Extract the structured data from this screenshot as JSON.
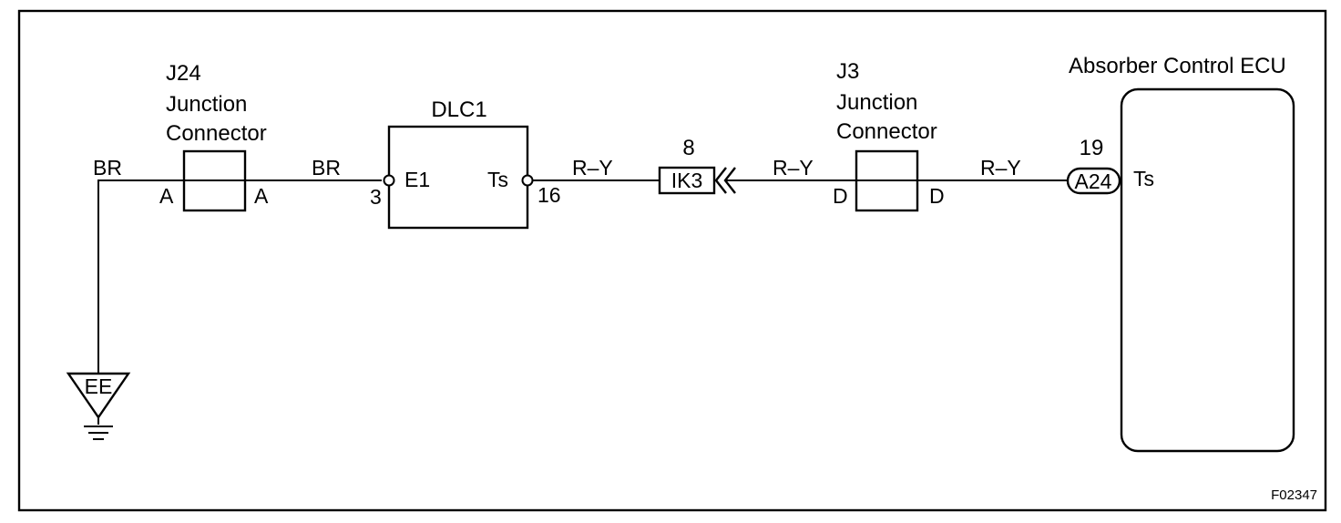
{
  "figure_id": "F02347",
  "ground": {
    "label": "EE"
  },
  "junction_j24": {
    "id": "J24",
    "name_line1": "Junction",
    "name_line2": "Connector",
    "left_pin": "A",
    "right_pin": "A"
  },
  "dlc1": {
    "name": "DLC1",
    "left_terminal": "E1",
    "right_terminal": "Ts",
    "left_pin": "3",
    "right_pin": "16"
  },
  "inline_connector": {
    "id": "IK3",
    "pin": "8"
  },
  "junction_j3": {
    "id": "J3",
    "name_line1": "Junction",
    "name_line2": "Connector",
    "left_pin": "D",
    "right_pin": "D"
  },
  "ecu": {
    "name": "Absorber Control ECU",
    "connector": "A24",
    "pin": "19",
    "terminal": "Ts"
  },
  "wires": {
    "ground_to_j24": "BR",
    "j24_to_dlc1": "BR",
    "dlc1_to_ik3": "R–Y",
    "ik3_to_j3": "R–Y",
    "j3_to_ecu": "R–Y"
  }
}
